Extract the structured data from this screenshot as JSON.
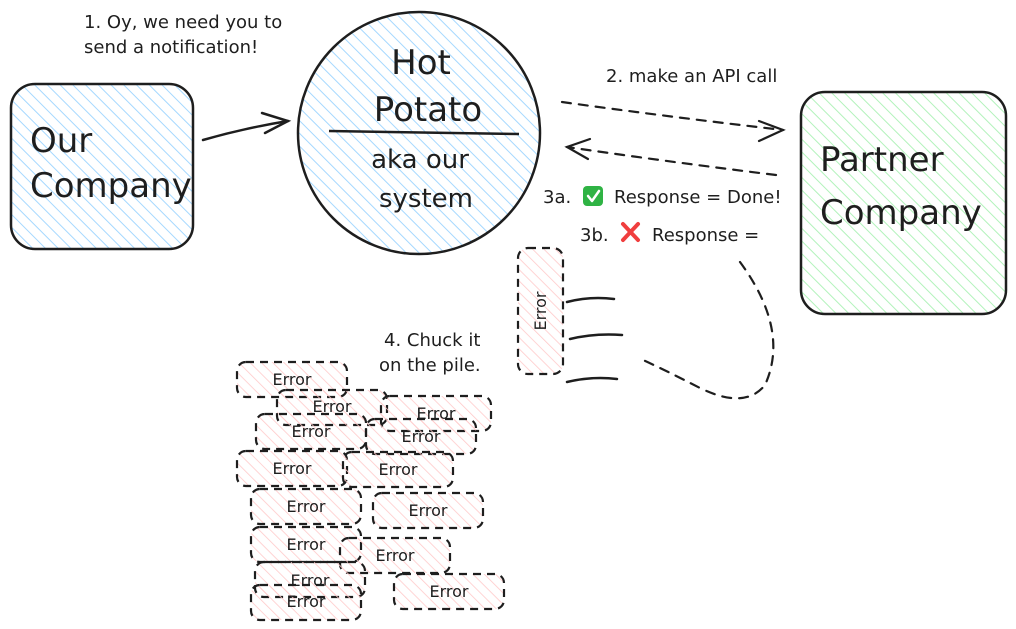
{
  "nodes": {
    "our_company": {
      "line1": "Our",
      "line2": "Company"
    },
    "hot_potato": {
      "title1": "Hot",
      "title2": "Potato",
      "sub1": "aka our",
      "sub2": "system"
    },
    "partner": {
      "line1": "Partner",
      "line2": "Company"
    }
  },
  "labels": {
    "step1_line1": "1. Oy, we need you to",
    "step1_line2": "send a notification!",
    "step2": "2. make an API call",
    "step3a_prefix": "3a.",
    "step3a_text": "Response = Done!",
    "step3b_prefix": "3b.",
    "step3b_text": "Response =",
    "step4_line1": "4. Chuck it",
    "step4_line2": "on the pile."
  },
  "error_label": "Error",
  "colors": {
    "stroke": "#1e1e1e",
    "blue_hatch": "#a5d8ff",
    "green_hatch": "#b2f2bb",
    "red_hatch": "#ffc9c9",
    "check_bg": "#2fb344",
    "cross": "#f03e3e"
  },
  "icons": {
    "check": "check-mark-icon",
    "cross": "cross-mark-icon"
  }
}
